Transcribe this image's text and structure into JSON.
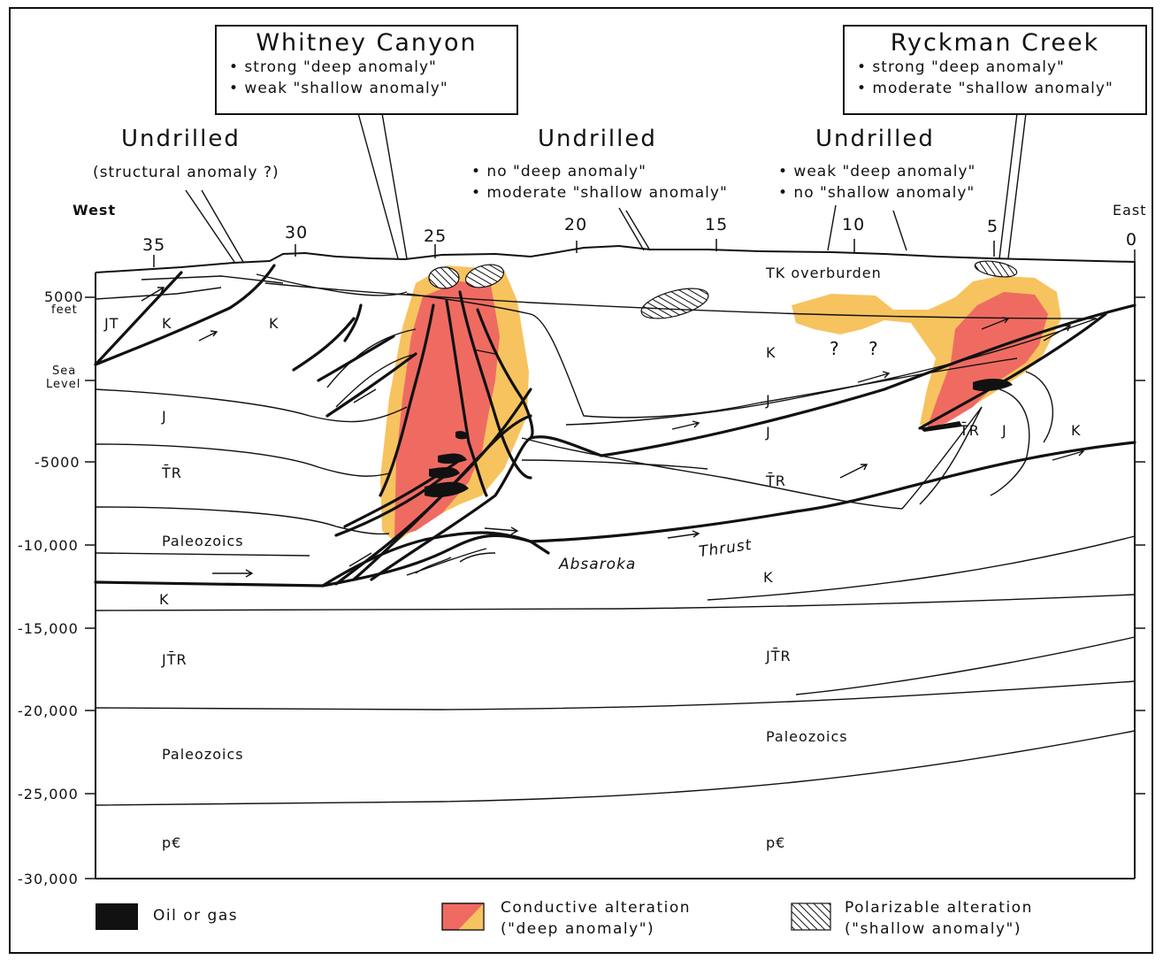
{
  "callouts": {
    "whitney": {
      "title": "Whitney Canyon",
      "bullets": [
        "• strong \"deep anomaly\"",
        "• weak \"shallow anomaly\""
      ]
    },
    "ryckman": {
      "title": "Ryckman Creek",
      "bullets": [
        "• strong \"deep anomaly\"",
        "• moderate \"shallow anomaly\""
      ]
    }
  },
  "undrilled": {
    "west": {
      "title": "Undrilled",
      "note": "(structural anomaly ?)"
    },
    "middle": {
      "title": "Undrilled",
      "bullets": [
        "• no \"deep anomaly\"",
        "• moderate \"shallow anomaly\""
      ]
    },
    "east": {
      "title": "Undrilled",
      "bullets": [
        "• weak \"deep anomaly\"",
        "• no \"shallow anomaly\""
      ]
    }
  },
  "directions": {
    "west": "West",
    "east": "East"
  },
  "x_ticks": [
    "35",
    "30",
    "25",
    "20",
    "15",
    "10",
    "5",
    "0"
  ],
  "y_axis": {
    "feet_top": "5000",
    "feet_unit": "feet",
    "sea": "Sea",
    "level": "Level",
    "ticks": [
      "-5000",
      "-10,000",
      "-15,000",
      "-20,000",
      "-25,000",
      "-30,000"
    ]
  },
  "units": {
    "jt": "JT",
    "k_west_1": "K",
    "k_west_2": "K",
    "j_west": "J",
    "tr_west": "T̄R",
    "pz_west": "Paleozoics",
    "k_west_low": "K",
    "jtr_west": "JT̄R",
    "pz_west_low": "Paleozoics",
    "pc_west": "p€",
    "tk": "TK overburden",
    "k_mid": "K",
    "q1": "?",
    "q2": "?",
    "j_mid1": "J",
    "j_mid2": "J",
    "tr_mid": "T̄R",
    "k_mid_low": "K",
    "jtr_mid": "JT̄R",
    "pz_mid": "Paleozoics",
    "pc_mid": "p€",
    "tr_east": "T̄R",
    "j_east": "J",
    "k_east": "K",
    "absaroka": "Absaroka",
    "thrust": "Thrust"
  },
  "legend": {
    "oil": "Oil or gas",
    "conductive_1": "Conductive alteration",
    "conductive_2": "(\"deep anomaly\")",
    "polarizable_1": "Polarizable alteration",
    "polarizable_2": "(\"shallow anomaly\")"
  },
  "colors": {
    "deep_outer": "#f7c35f",
    "deep_inner": "#ef6b62",
    "oil": "#111111",
    "line": "#111111"
  }
}
